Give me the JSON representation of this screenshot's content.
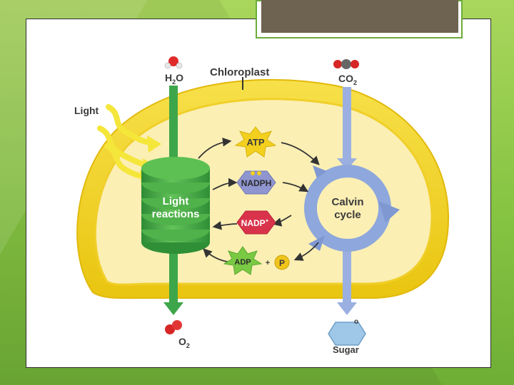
{
  "labels": {
    "chloroplast": "Chloroplast",
    "light": "Light",
    "light_reactions_line1": "Light",
    "light_reactions_line2": "reactions",
    "calvin_line1": "Calvin",
    "calvin_line2": "cycle",
    "atp": "ATP",
    "nadph": "NADPH",
    "nadp": "NADP",
    "nadp_sup": "+",
    "adp": "ADP",
    "plus": "+",
    "phosphate": "P",
    "water_h": "H",
    "water_sub": "2",
    "water_o": "O",
    "co2_c": "CO",
    "co2_sub": "2",
    "o2_o": "O",
    "o2_sub": "2",
    "sugar": "Sugar",
    "sugar_o": "o"
  },
  "colors": {
    "slide_background": "#8bc34a",
    "chloroplast_outer": "#f2d21b",
    "chloroplast_inner": "#fbefb4",
    "light_arrow": "#f5e63a",
    "thylakoid": "#43a83f",
    "calvin_cycle": "#8ea7dc",
    "atp_star": "#f3d01e",
    "nadph_hex": "#8e95cf",
    "nadp_hex": "#d9334b",
    "adp_star": "#7ac943",
    "phosphate": "#f0c419",
    "sugar_hex": "#9fc7e8"
  }
}
